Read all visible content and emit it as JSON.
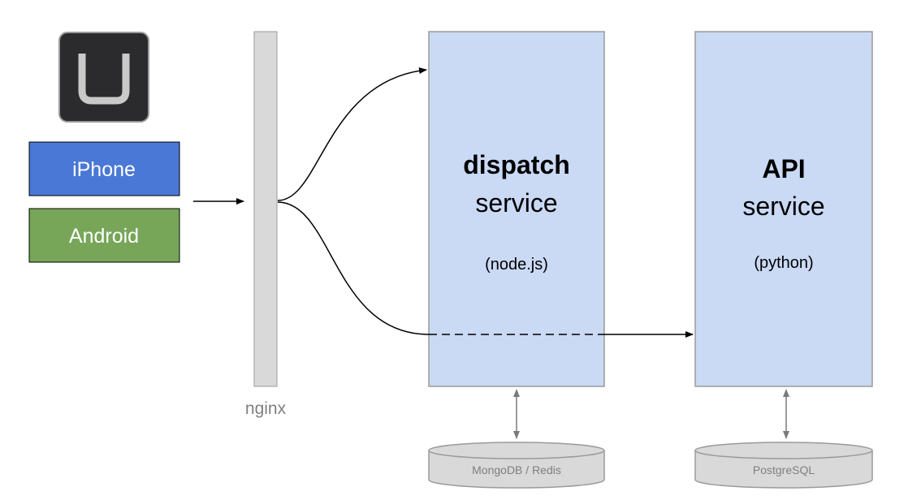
{
  "clients": {
    "logo_icon": "uber-logo-icon",
    "iphone": {
      "label": "iPhone",
      "color": "#4a78d6"
    },
    "android": {
      "label": "Android",
      "color": "#77a659"
    }
  },
  "nginx": {
    "label": "nginx"
  },
  "dispatch": {
    "title": "dispatch",
    "subtitle": "service",
    "tech": "(node.js)",
    "database": "MongoDB / Redis"
  },
  "api": {
    "title": "API",
    "subtitle": "service",
    "tech": "(python)",
    "database": "PostgreSQL"
  },
  "colors": {
    "service_fill": "#cad9f4",
    "service_border": "#9a9a9a",
    "nginx_fill": "#d9d9d9",
    "db_fill": "#d9d9d9",
    "logo_bg": "#2b2b2e",
    "muted_text": "#7f7f7f"
  }
}
